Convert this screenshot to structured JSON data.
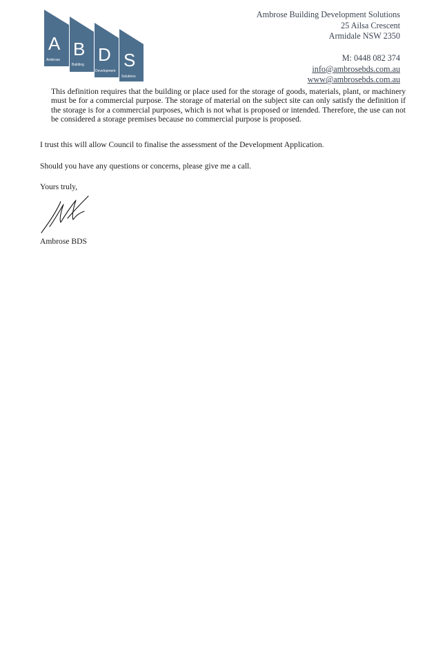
{
  "letterhead": {
    "logo": {
      "letters": [
        "A",
        "B",
        "D",
        "S"
      ],
      "words": [
        "Ambrose",
        "Building",
        "Development",
        "Solutions"
      ],
      "color": "#4d6f8e"
    },
    "company_name": "Ambrose Building Development Solutions",
    "street": "25 Ailsa Crescent",
    "city": "Armidale NSW 2350",
    "mobile": "M: 0448 082 374",
    "email": "info@ambrosebds.com.au",
    "website": "www@ambrosebds.com.au"
  },
  "body": {
    "definition_paragraph": "This definition requires that the building or place used for the storage of goods, materials, plant, or machinery must be for a commercial purpose.  The storage of material on the subject site can only satisfy the definition if the storage is for a commercial purposes, which is not what is proposed or intended. Therefore, the use can not be considered a storage premises because no commercial purpose is proposed.",
    "finalise_paragraph": "I trust this will allow Council to finalise the assessment of the Development Application.",
    "questions_paragraph": "Should you have any questions or concerns, please give me a call.",
    "closing": "Yours truly,",
    "signatory": "Ambrose BDS"
  }
}
